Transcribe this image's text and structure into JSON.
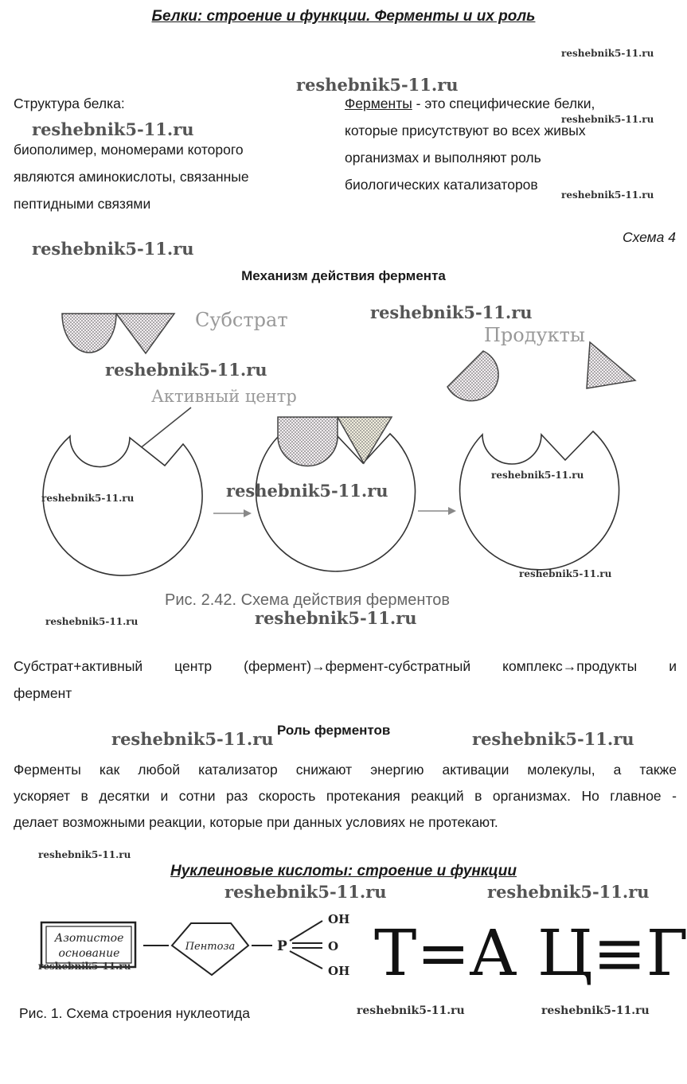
{
  "title": "Белки: строение и функции. Ферменты и их роль",
  "watermark": {
    "big": "reshebnik5-11.ru",
    "small": "reshebnik5-11.ru"
  },
  "protein": {
    "heading": "Структура белка:",
    "lines": [
      "биополимер, мономерами которого",
      "являются аминокислоты, связанные",
      "пептидными связями"
    ]
  },
  "enzymes": {
    "term": "Ферменты",
    "lines": [
      " - это специфические белки,",
      "которые присутствуют во всех живых",
      "организмах и выполняют роль",
      "биологических катализаторов"
    ]
  },
  "scheme_label": "Схема 4",
  "mechanism_title": "Механизм действия фермента",
  "figure": {
    "substrate_label": "Субстрат",
    "products_label": "Продукты",
    "active_center_label": "Активный центр",
    "caption": "Рис. 2.42.  Схема действия ферментов"
  },
  "reaction_text": {
    "line1": "Субстрат+активный центр (фермент)→фермент-субстратный комплекс→продукты и",
    "line2": "фермент"
  },
  "role": {
    "title": "Роль ферментов",
    "lines": [
      "Ферменты как любой катализатор снижают энергию активации молекулы, а также",
      "ускоряет в десятки и сотни раз скорость протекания реакций в организмах. Но главное -",
      "делает возможными реакции, которые при данных условиях не протекают."
    ]
  },
  "nucleic": {
    "title": "Нуклеиновые кислоты: строение и функции",
    "box_line1": "Азотистое",
    "box_line2": "основание",
    "pentose": "Пентоза",
    "phosphorus": "P",
    "oh_top": "OH",
    "o_mid": "O",
    "oh_bottom": "OH",
    "pair1": "T=A",
    "pair2": "Ц≡Г",
    "caption": "Рис. 1. Схема строения нуклеотида"
  }
}
